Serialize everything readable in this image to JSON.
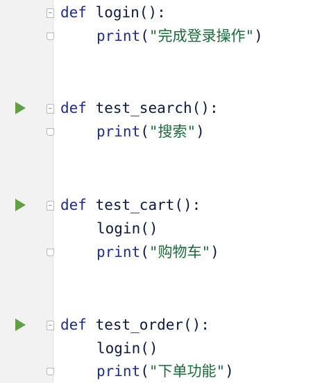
{
  "code": {
    "blocks": [
      {
        "def_keyword": "def",
        "signature": "login():",
        "lines": [
          {
            "call": "print",
            "open": "(",
            "string": "\"完成登录操作\"",
            "close": ")"
          }
        ]
      },
      {
        "def_keyword": "def",
        "signature": "test_search():",
        "lines": [
          {
            "call": "print",
            "open": "(",
            "string": "\"搜索\"",
            "close": ")"
          }
        ]
      },
      {
        "def_keyword": "def",
        "signature": "test_cart():",
        "lines": [
          {
            "call": "login()"
          },
          {
            "call": "print",
            "open": "(",
            "string": "\"购物车\"",
            "close": ")"
          }
        ]
      },
      {
        "def_keyword": "def",
        "signature": "test_order():",
        "lines": [
          {
            "call": "login()"
          },
          {
            "call": "print",
            "open": "(",
            "string": "\"下单功能\"",
            "close": ")"
          }
        ]
      }
    ]
  },
  "colors": {
    "run_icon": "#5fa045",
    "keyword": "#1f2c8a",
    "string": "#1b6b3a",
    "gutter": "#f2f2f2"
  },
  "icons": {
    "run": "run-test-icon",
    "fold": "fold-icon"
  }
}
